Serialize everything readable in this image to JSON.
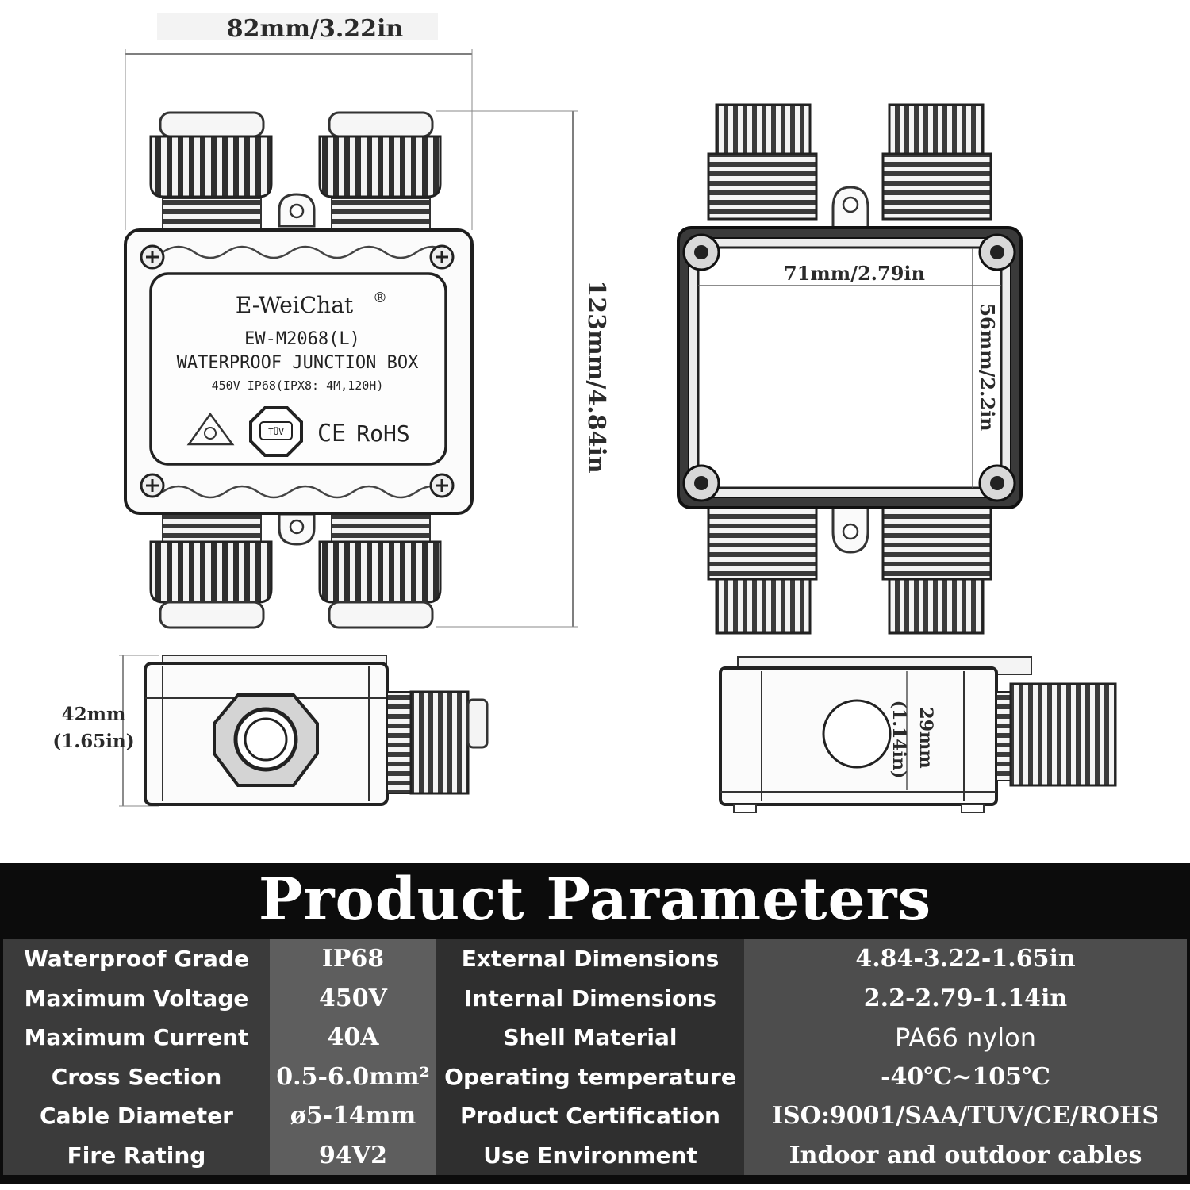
{
  "dimensions": {
    "top_width": "82mm/3.22in",
    "height": "123mm/4.84in",
    "inner_width": "71mm/2.79in",
    "inner_height": "56mm/2.2in",
    "side_height_mm": "42mm",
    "side_height_in": "(1.65in)",
    "inner_depth_mm": "29mm",
    "inner_depth_in": "(1.14in)"
  },
  "label": {
    "brand": "E-WeiChat",
    "registered": "®",
    "model": "EW-M2068(L)",
    "product": "WATERPROOF JUNCTION BOX",
    "rating": "450V  IP68(IPX8: 4M,120H)",
    "tuv": "TÜV",
    "ce": "CE",
    "rohs": "RoHS"
  },
  "params": {
    "title": "Product Parameters",
    "rows": [
      {
        "k1": "Waterproof Grade",
        "v1": "IP68",
        "k2": "External Dimensions",
        "v2": "4.84-3.22-1.65in"
      },
      {
        "k1": "Maximum Voltage",
        "v1": "450V",
        "k2": "Internal Dimensions",
        "v2": "2.2-2.79-1.14in"
      },
      {
        "k1": "Maximum Current",
        "v1": "40A",
        "k2": "Shell Material",
        "v2": "PA66 nylon"
      },
      {
        "k1": "Cross Section",
        "v1": "0.5-6.0mm²",
        "k2": "Operating temperature",
        "v2": "-40℃~105℃"
      },
      {
        "k1": "Cable Diameter",
        "v1": "ø5-14mm",
        "k2": "Product Certification",
        "v2": "ISO:9001/SAA/TUV/CE/ROHS"
      },
      {
        "k1": "Fire Rating",
        "v1": "94V2",
        "k2": "Use Environment",
        "v2": "Indoor and outdoor cables"
      }
    ]
  }
}
